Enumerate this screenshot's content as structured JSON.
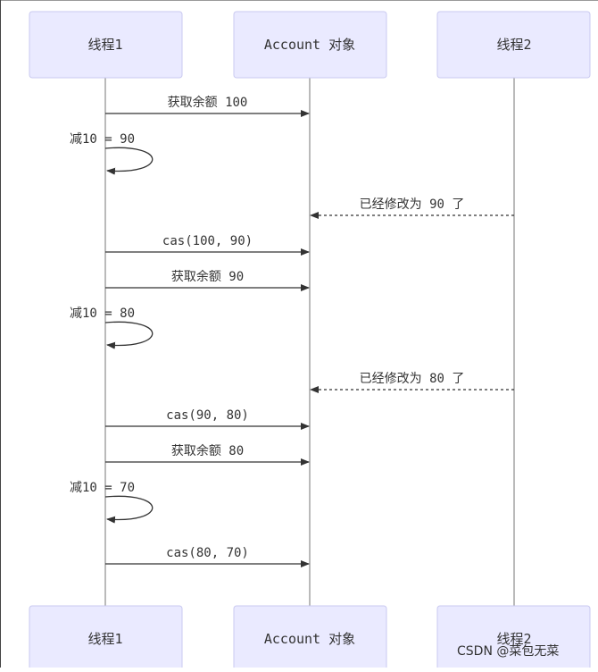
{
  "participants": [
    {
      "id": "t1",
      "label": "线程1"
    },
    {
      "id": "acc",
      "label": "Account 对象"
    },
    {
      "id": "t2",
      "label": "线程2"
    }
  ],
  "messages": [
    {
      "from": "t1",
      "to": "acc",
      "text": "获取余额 100",
      "style": "solid"
    },
    {
      "from": "t1",
      "to": "t1",
      "text": "减10 = 90",
      "style": "self"
    },
    {
      "from": "t2",
      "to": "acc",
      "text": "已经修改为 90 了",
      "style": "dashed"
    },
    {
      "from": "t1",
      "to": "acc",
      "text": "cas(100, 90)",
      "style": "solid"
    },
    {
      "from": "t1",
      "to": "acc",
      "text": "获取余额 90",
      "style": "solid"
    },
    {
      "from": "t1",
      "to": "t1",
      "text": "减10 = 80",
      "style": "self"
    },
    {
      "from": "t2",
      "to": "acc",
      "text": "已经修改为 80 了",
      "style": "dashed"
    },
    {
      "from": "t1",
      "to": "acc",
      "text": "cas(90, 80)",
      "style": "solid"
    },
    {
      "from": "t1",
      "to": "acc",
      "text": "获取余额 80",
      "style": "solid"
    },
    {
      "from": "t1",
      "to": "t1",
      "text": "减10 = 70",
      "style": "self"
    },
    {
      "from": "t1",
      "to": "acc",
      "text": "cas(80, 70)",
      "style": "solid"
    }
  ],
  "watermark": "CSDN @菜包无菜",
  "colors": {
    "actor_fill": "#eaeaff",
    "actor_stroke": "#c9c9f0",
    "lifeline": "#8c8c8c",
    "arrow": "#333333",
    "text": "#333333"
  }
}
